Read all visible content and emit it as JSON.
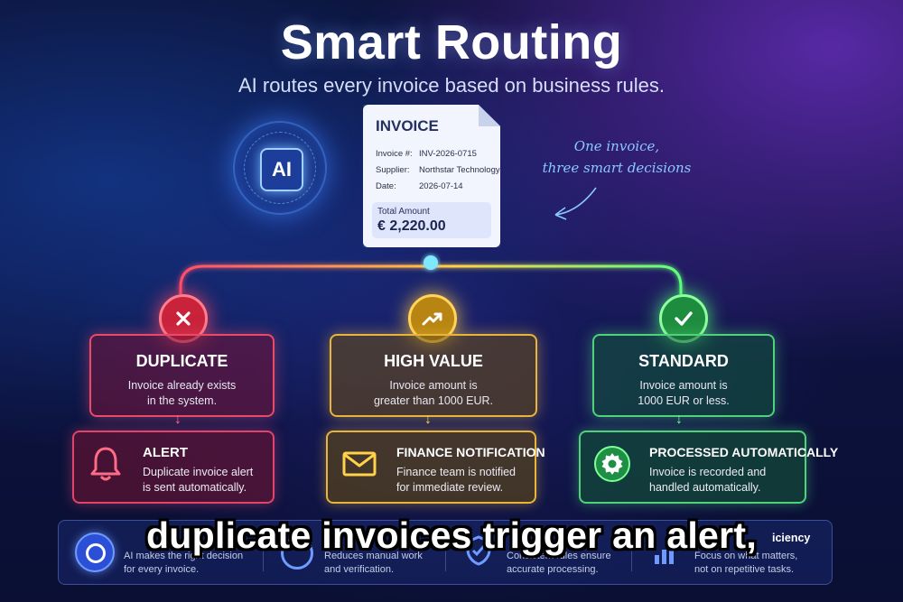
{
  "header": {
    "title": "Smart Routing",
    "subtitle": "AI routes every invoice based on business rules."
  },
  "ai_badge": {
    "label": "AI"
  },
  "invoice": {
    "heading": "INVOICE",
    "number_label": "Invoice #:",
    "number_value": "INV-2026-0715",
    "supplier_label": "Supplier:",
    "supplier_value": "Northstar Technology",
    "date_label": "Date:",
    "date_value": "2026-07-14",
    "total_label": "Total Amount",
    "total_value": "€ 2,220.00"
  },
  "note": {
    "line1": "One invoice,",
    "line2": "three smart decisions"
  },
  "branches": [
    {
      "color": "#e94a6a",
      "status_icon": "x-icon",
      "title": "DUPLICATE",
      "desc_line1": "Invoice already exists",
      "desc_line2": "in the system.",
      "action_icon": "bell-icon",
      "action_title": "ALERT",
      "action_line1": "Duplicate invoice alert",
      "action_line2": "is sent automatically."
    },
    {
      "color": "#e8b53a",
      "status_icon": "trend-up-icon",
      "title": "HIGH VALUE",
      "desc_line1": "Invoice amount is",
      "desc_line2": "greater than 1000 EUR.",
      "action_icon": "envelope-icon",
      "action_title": "FINANCE NOTIFICATION",
      "action_line1": "Finance team is notified",
      "action_line2": "for immediate review."
    },
    {
      "color": "#4fd27a",
      "status_icon": "check-icon",
      "title": "STANDARD",
      "desc_line1": "Invoice amount is",
      "desc_line2": "1000 EUR or less.",
      "action_icon": "gear-icon",
      "action_title": "PROCESSED AUTOMATICALLY",
      "action_line1": "Invoice is recorded and",
      "action_line2": "handled automatically."
    }
  ],
  "features": [
    {
      "icon": "target-icon",
      "line1": "AI makes the right decision",
      "line2": "for every invoice."
    },
    {
      "icon": "circle-icon",
      "line1": "Reduces manual work",
      "line2": "and verification."
    },
    {
      "icon": "shield-icon",
      "line1": "Consistent rules ensure",
      "line2": "accurate processing."
    },
    {
      "icon": "bar-chart-icon",
      "title_fragment": "iciency",
      "line1": "Focus on what matters,",
      "line2": "not on repetitive tasks."
    }
  ],
  "caption": "duplicate invoices trigger an alert,"
}
